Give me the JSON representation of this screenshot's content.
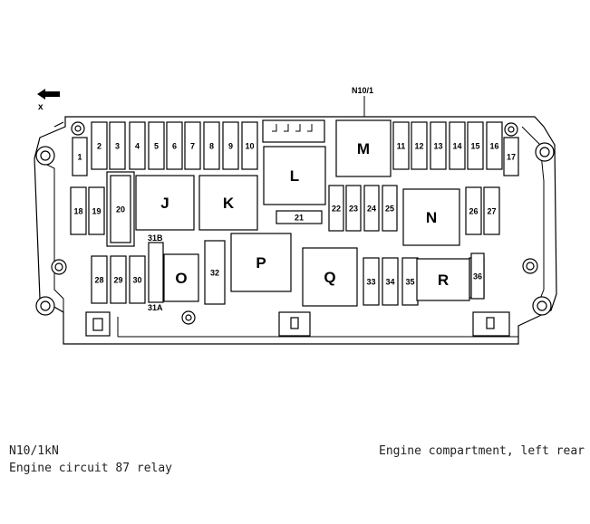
{
  "diagram": {
    "connector_label": "N10/1",
    "direction_label": "x",
    "fuses": [
      "1",
      "2",
      "3",
      "4",
      "5",
      "6",
      "7",
      "8",
      "9",
      "10",
      "11",
      "12",
      "13",
      "14",
      "15",
      "16",
      "17",
      "18",
      "19",
      "20",
      "21",
      "22",
      "23",
      "24",
      "25",
      "26",
      "27",
      "28",
      "29",
      "30",
      "31B",
      "31A",
      "32",
      "33",
      "34",
      "35",
      "36"
    ],
    "relays": [
      "J",
      "K",
      "L",
      "M",
      "N",
      "O",
      "P",
      "Q",
      "R"
    ]
  },
  "caption": {
    "code": "N10/1kN",
    "description": "Engine circuit 87 relay",
    "location": "Engine compartment, left rear"
  }
}
